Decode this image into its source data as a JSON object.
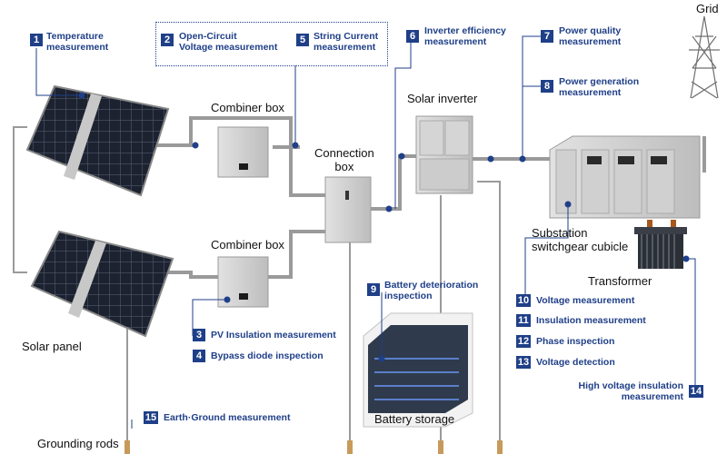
{
  "components": {
    "grid": "Grid",
    "combiner_top": "Combiner box",
    "combiner_bottom": "Combiner box",
    "connection_box": "Connection\nbox",
    "inverter": "Solar inverter",
    "substation": "Substation\nswitchgear cubicle",
    "transformer": "Transformer",
    "solar_panel": "Solar panel",
    "battery": "Battery storage",
    "grounding": "Grounding rods"
  },
  "measurements": [
    {
      "num": "1",
      "label": "Temperature\nmeasurement"
    },
    {
      "num": "2",
      "label": "Open-Circuit\nVoltage measurement"
    },
    {
      "num": "3",
      "label": "PV Insulation measurement"
    },
    {
      "num": "4",
      "label": "Bypass diode inspection"
    },
    {
      "num": "5",
      "label": "String Current\nmeasurement"
    },
    {
      "num": "6",
      "label": "Inverter efficiency\nmeasurement"
    },
    {
      "num": "7",
      "label": "Power quality\nmeasurement"
    },
    {
      "num": "8",
      "label": "Power generation\nmeasurement"
    },
    {
      "num": "9",
      "label": "Battery deterioration\ninspection"
    },
    {
      "num": "10",
      "label": "Voltage measurement"
    },
    {
      "num": "11",
      "label": "Insulation measurement"
    },
    {
      "num": "12",
      "label": "Phase inspection"
    },
    {
      "num": "13",
      "label": "Voltage detection"
    },
    {
      "num": "14",
      "label": "High voltage insulation\nmeasurement"
    },
    {
      "num": "15",
      "label": "Earth·Ground measurement"
    }
  ],
  "colors": {
    "accent": "#1f3f88",
    "wire": "#9a9a9a",
    "equipment": "#cfcfcf"
  }
}
